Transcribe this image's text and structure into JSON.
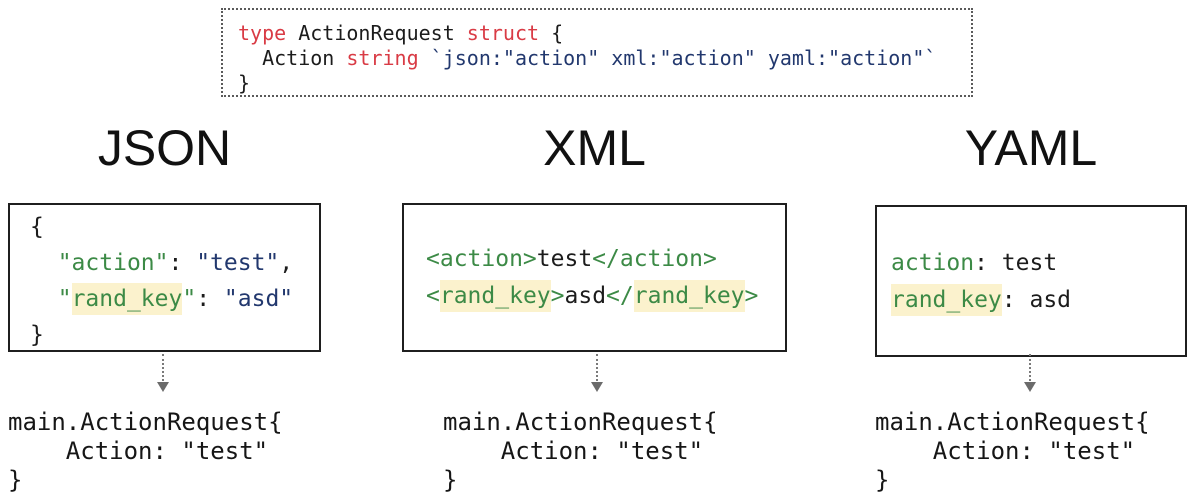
{
  "colors": {
    "keyword": "#d93b45",
    "string": "#22386e",
    "key": "#3c8a46",
    "highlight": "#fbf2cd",
    "text": "#1c1c1c",
    "arrow": "#6b6b6b"
  },
  "struct_box": {
    "l1_kw": "type ",
    "l1_name": "ActionRequest ",
    "l1_kw2": "struct",
    "l1_open": " {",
    "l2_field": "  Action ",
    "l2_kw": "string",
    "l2_sp": " ",
    "l2_tag": "`json:\"action\" xml:\"action\" yaml:\"action\"`",
    "l3_close": "}"
  },
  "json_col": {
    "heading": "JSON",
    "open": "{",
    "indent": "  ",
    "key1": "\"action\"",
    "colon1": ": ",
    "val1": "\"test\"",
    "comma": ",",
    "quote": "\"",
    "key2": "rand_key",
    "colon2": ": ",
    "val2": "\"asd\"",
    "close": "}"
  },
  "xml_col": {
    "heading": "XML",
    "open_tag1": "<action>",
    "text1": "test",
    "close_tag1": "</action>",
    "lt": "<",
    "key2": "rand_key",
    "gt": ">",
    "text2": "asd",
    "close_lt": "</",
    "key2b": "rand_key",
    "gt2": ">"
  },
  "yaml_col": {
    "heading": "YAML",
    "key1": "action",
    "rest1": ": test",
    "key2": "rand_key",
    "rest2": ": asd"
  },
  "result": {
    "line1": "main.ActionRequest{",
    "line2": "    Action: \"test\"",
    "line3": "}"
  }
}
